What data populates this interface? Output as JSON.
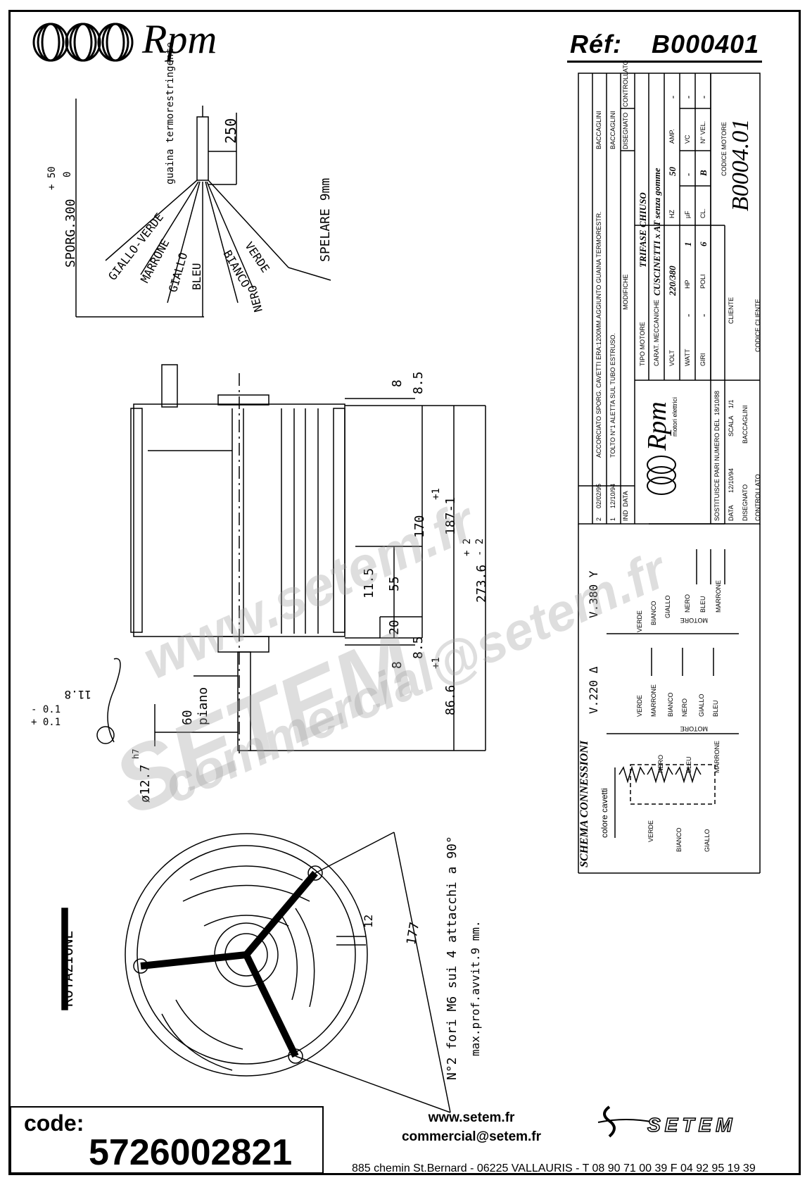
{
  "header": {
    "brand": "Rpm",
    "ref_label": "Réf:",
    "ref_value": "B000401"
  },
  "cable_drawing": {
    "sheath_label": "guaina termorestringente",
    "sheath_length": "250",
    "protrusion": "SPORG.300",
    "tol_plus": "+ 50",
    "tol_zero": "0",
    "strip": "SPELARE 9mm",
    "wires": [
      "GIALLO-VERDE",
      "MARRONE",
      "GIALLO",
      "BLEU",
      "NERO",
      "BIANCO",
      "VERDE"
    ]
  },
  "side_view": {
    "dims": {
      "d8_top": "8",
      "d8_5_top": "8.5",
      "d170": "170",
      "d187": "187-1",
      "d187_tol": "+1",
      "d273": "273.6",
      "d273_tol_plus": "+ 2",
      "d273_tol_minus": "- 2",
      "d11_5": "11.5",
      "d55": "55",
      "d20": "20",
      "d8_5_bot": "8.5",
      "d8_bot": "8",
      "d86": "86.6",
      "d86_tol": "+1",
      "d60": "60",
      "piano": "piano",
      "d12_7": "ø12.7",
      "h7": "h7",
      "d11_8": "11.8",
      "tol_minus": "- 0.1",
      "tol_plus": "+ 0.1"
    }
  },
  "front_view": {
    "rotation": "ROTAZIONE",
    "dim177": "177",
    "dim12": "12",
    "note1": "N°2 fori M6 sui 4 attacchi a 90°",
    "note2": "max.prof.avvit.9 mm."
  },
  "title_block": {
    "revisions": [
      {
        "ind": "2",
        "date": "02/02/95",
        "text": "ACCORCIATO SPORG. CAVETTI ERA:1200MM.AGGIUNTO GUAINA TERMORESTR.",
        "sign": "BACCAGLINI"
      },
      {
        "ind": "1",
        "date": "12/10/94",
        "text": "TOLTO N°1 ALETTA SUL TUBO ESTRUSO.",
        "sign": "BACCAGLINI"
      }
    ],
    "rev_headers": {
      "ind": "IND",
      "date": "DATA",
      "mods": "MODIFICHE",
      "drawn": "DISEGNATO",
      "checked": "CONTROLLATO"
    },
    "brand_sub": "motori elettrici",
    "replaces_label": "SOSTITUISCE PARI NUMERO DEL",
    "replaces_date": "18/10/88",
    "date_label": "DATA",
    "date_value": "12/10/94",
    "scale_label": "SCALA",
    "scale_value": "1/1",
    "drawn_label": "DISEGNATO",
    "drawn_value": "BACCAGLINI",
    "checked_label": "CONTROLLATO",
    "motor_type_label": "TIPO MOTORE",
    "motor_type": "TRIFASE CHIUSO",
    "mech_label": "CARAT. MECCANICHE",
    "mech": "CUSCINETTI x AT senza gomme",
    "volt_label": "VOLT",
    "volt": "220/380",
    "hz_label": "HZ",
    "hz": "50",
    "amp_label": "AMP.",
    "amp": "-",
    "watt_label": "WATT",
    "watt": "-",
    "hp_label": "HP",
    "hp": "1",
    "uf_label": "µF",
    "uf": "-",
    "vc_label": "VC",
    "vc": "-",
    "giri_label": "GIRI",
    "giri": "-",
    "poli_label": "POLI",
    "poli": "6",
    "cl_label": "CL.",
    "cl": "B",
    "nvel_label": "N° VEL.",
    "nvel": "-",
    "client_label": "CLIENTE",
    "client_code_label": "CODICE CLIENTE",
    "motor_code_label": "CODICE MOTORE",
    "motor_code": "B0004.01"
  },
  "schema": {
    "title": "SCHEMA CONNESSIONI",
    "v380": "V.380 Y",
    "v220": "V.220 Δ",
    "cable_colors": "colore cavetti",
    "motore": "MOTORE",
    "wires_380": [
      "VERDE",
      "BIANCO",
      "GIALLO",
      "NERO",
      "BLEU",
      "MARRONE"
    ],
    "wires_220": [
      "VERDE",
      "MARRONE",
      "BIANCO",
      "NERO",
      "GIALLO",
      "BLEU"
    ],
    "coil_top": [
      "NERO",
      "BLEU",
      "MARRONE"
    ],
    "coil_bot": [
      "VERDE",
      "BIANCO",
      "GIALLO"
    ]
  },
  "watermark": {
    "line1": "www.setem.fr",
    "line2": "SETEM",
    "line3": "commercial@setem.fr"
  },
  "footer": {
    "code_label": "code:",
    "code_value": "5726002821",
    "web": "www.setem.fr",
    "email": "commercial@setem.fr",
    "company": "SETEM",
    "address": "885 chemin St.Bernard  -  06225 VALLAURIS  -  T 08 90 71 00 39   F 04 92 95 19 39"
  }
}
